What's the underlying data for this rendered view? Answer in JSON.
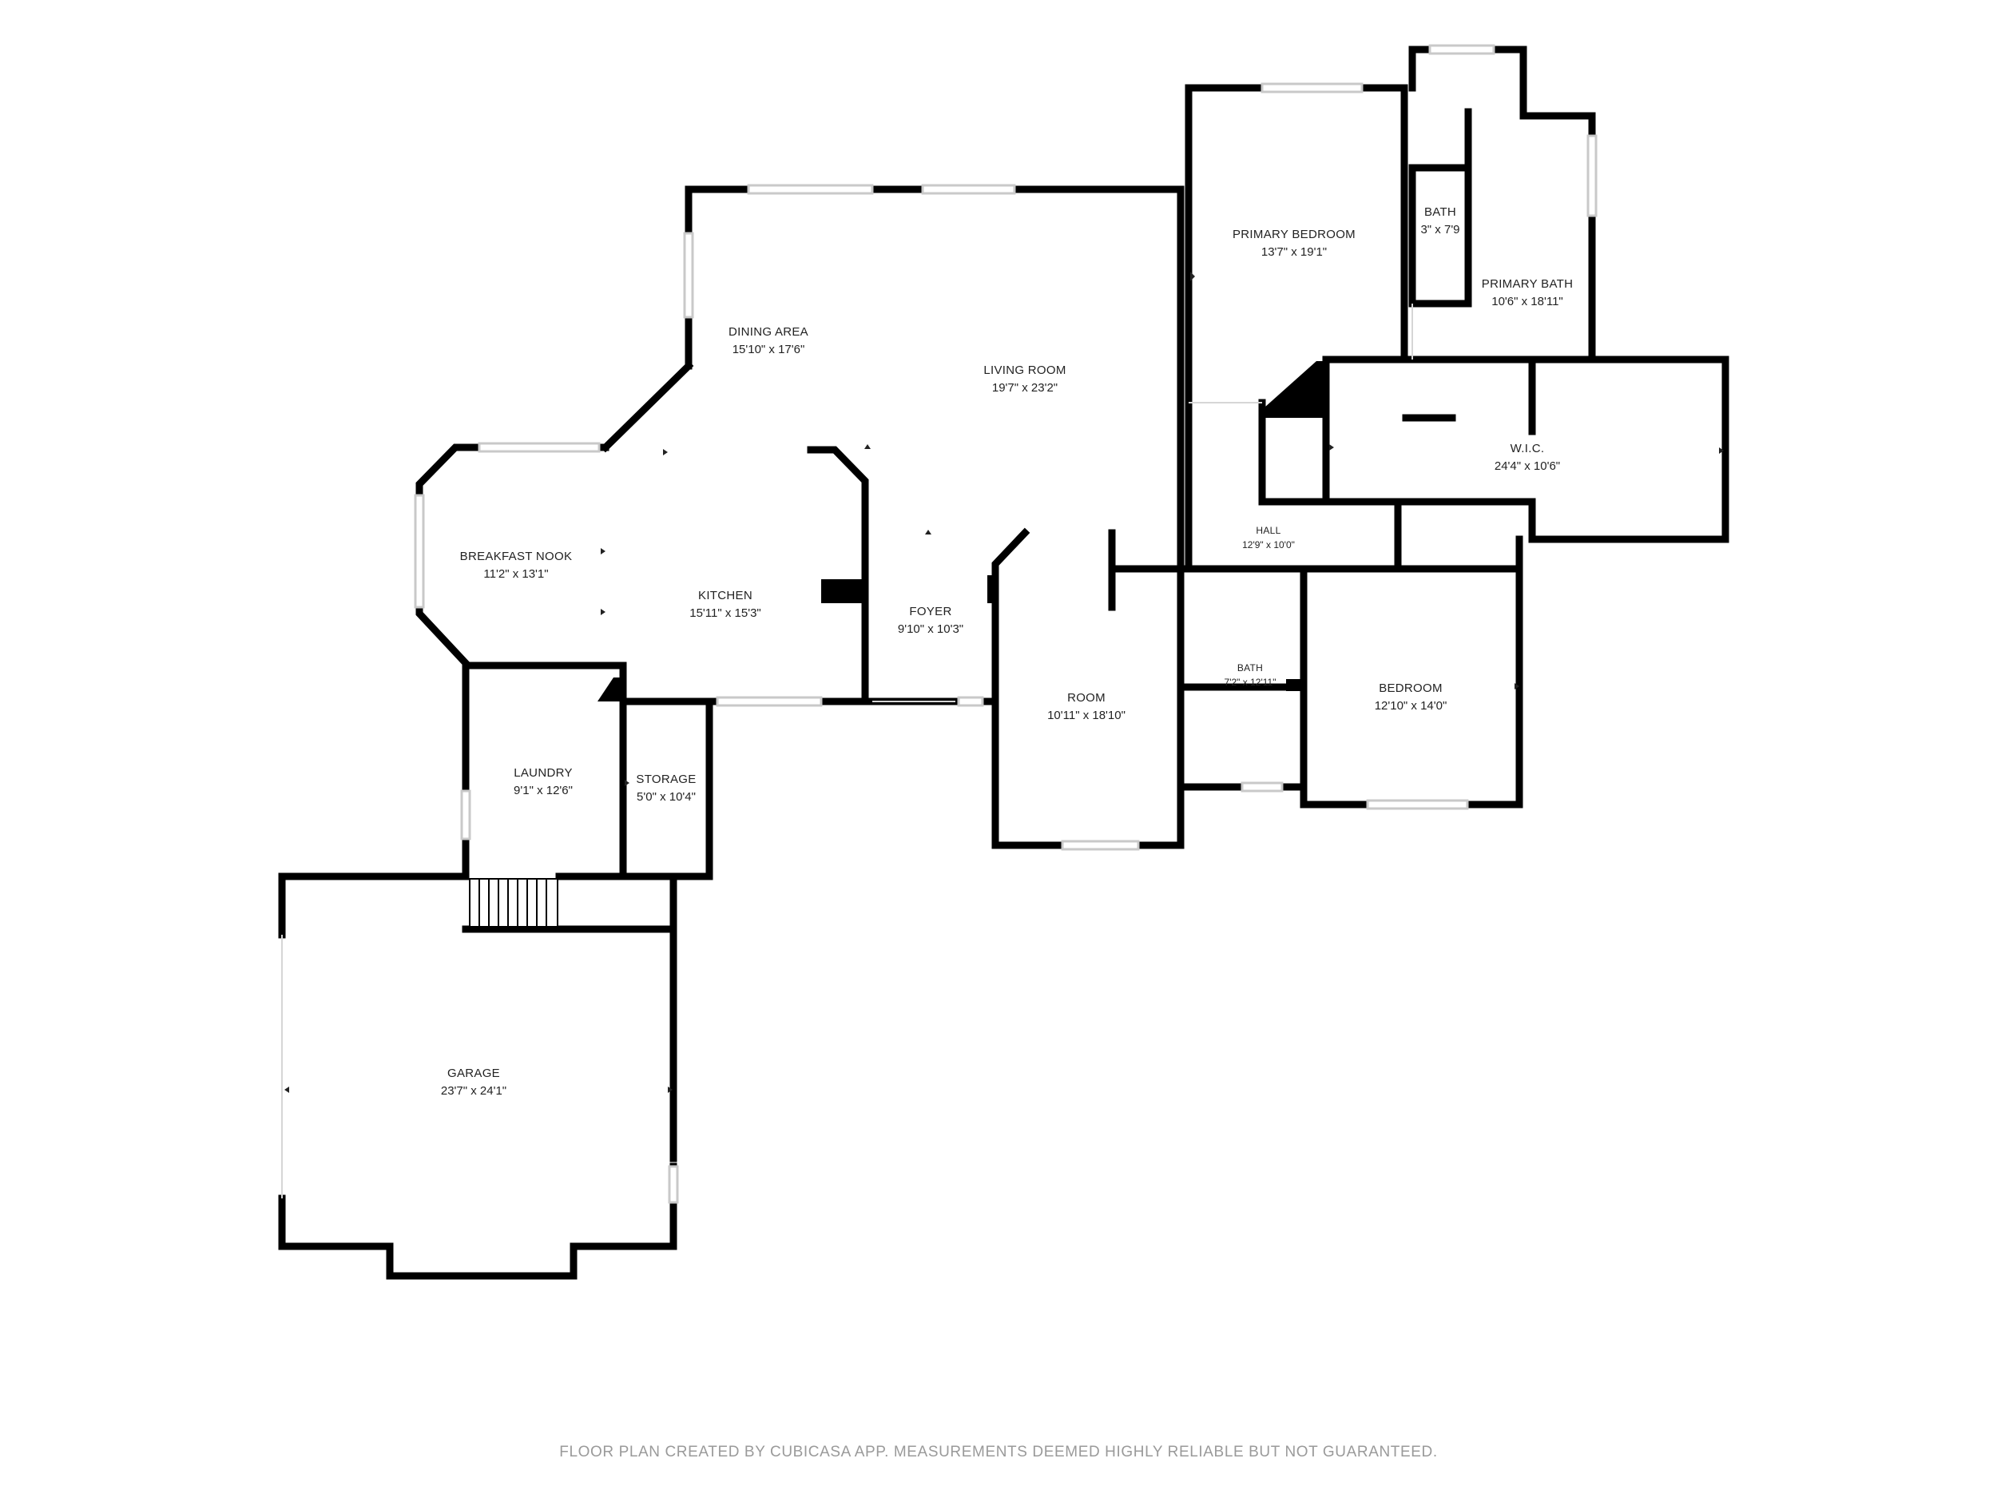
{
  "rooms": {
    "dining_area": {
      "name": "DINING AREA",
      "size": "15'10\" x 17'6\""
    },
    "living_room": {
      "name": "LIVING ROOM",
      "size": "19'7\" x 23'2\""
    },
    "primary_bedroom": {
      "name": "PRIMARY BEDROOM",
      "size": "13'7\" x 19'1\""
    },
    "bath_primary": {
      "name": "BATH",
      "size": "3\" x 7'9"
    },
    "primary_bath": {
      "name": "PRIMARY BATH",
      "size": "10'6\" x 18'11\""
    },
    "wic": {
      "name": "W.I.C.",
      "size": "24'4\" x 10'6\""
    },
    "hall": {
      "name": "HALL",
      "size": "12'9\" x 10'0\""
    },
    "breakfast_nook": {
      "name": "BREAKFAST NOOK",
      "size": "11'2\" x 13'1\""
    },
    "kitchen": {
      "name": "KITCHEN",
      "size": "15'11\" x 15'3\""
    },
    "foyer": {
      "name": "FOYER",
      "size": "9'10\" x 10'3\""
    },
    "room": {
      "name": "ROOM",
      "size": "10'11\" x 18'10\""
    },
    "bath_hall": {
      "name": "BATH",
      "size": "7'2\" x 12'11\""
    },
    "bedroom": {
      "name": "BEDROOM",
      "size": "12'10\" x 14'0\""
    },
    "laundry": {
      "name": "LAUNDRY",
      "size": "9'1\" x 12'6\""
    },
    "storage": {
      "name": "STORAGE",
      "size": "5'0\" x 10'4\""
    },
    "garage": {
      "name": "GARAGE",
      "size": "23'7\" x 24'1\""
    }
  },
  "footer": "FLOOR PLAN CREATED BY CUBICASA APP. MEASUREMENTS DEEMED HIGHLY RELIABLE BUT NOT GUARANTEED.",
  "colors": {
    "wall": "#000000",
    "text": "#222222",
    "footer": "#9a9a9a",
    "window": "#c9c9c9"
  }
}
